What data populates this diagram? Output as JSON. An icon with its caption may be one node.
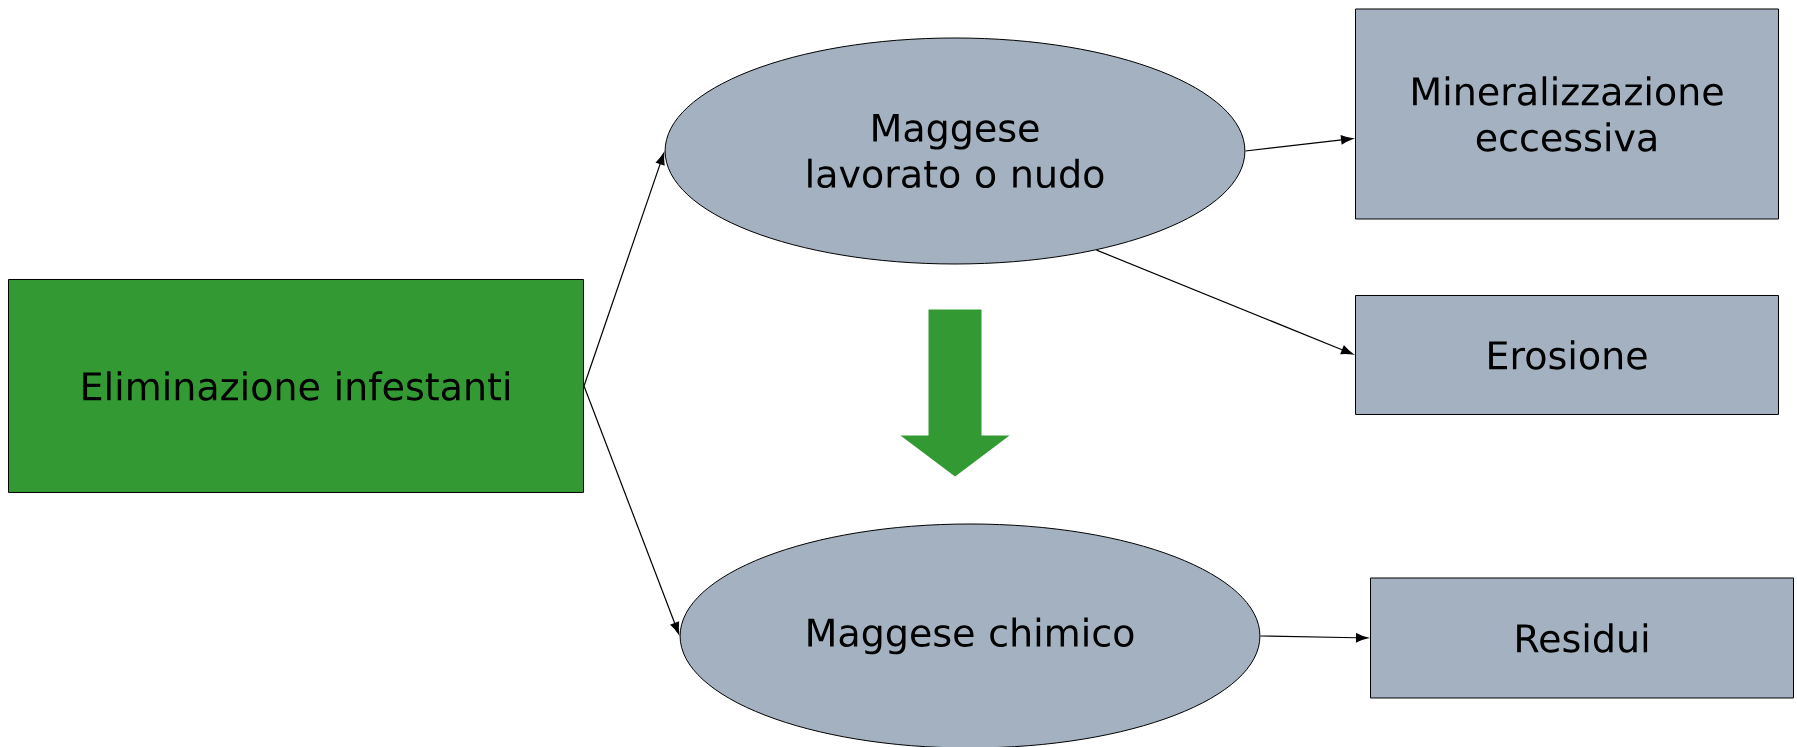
{
  "diagram": {
    "nodes": [
      {
        "text": [
          "Eliminazione infestanti"
        ]
      },
      {
        "text": [
          "Maggese lavorato o nudo"
        ]
      },
      {
        "text": [
          "Mineralizzazione eccessiva"
        ]
      },
      {
        "text": [
          "Erosione"
        ]
      },
      {
        "text": [
          "Maggese chimico"
        ]
      },
      {
        "text": [
          "Residui"
        ]
      }
    ],
    "edges": [
      {
        "from": 0,
        "to": 1,
        "arrow": "to"
      },
      {
        "from": 0,
        "to": 4,
        "arrow": "to"
      },
      {
        "from": 1,
        "to": 2,
        "arrow": "to"
      },
      {
        "from": 1,
        "to": 3,
        "arrow": "to"
      },
      {
        "from": 4,
        "to": 5,
        "arrow": "to"
      },
      {
        "from": 1,
        "to": 4,
        "arrow": "to",
        "style": "thick",
        "color": "#339933"
      }
    ]
  }
}
